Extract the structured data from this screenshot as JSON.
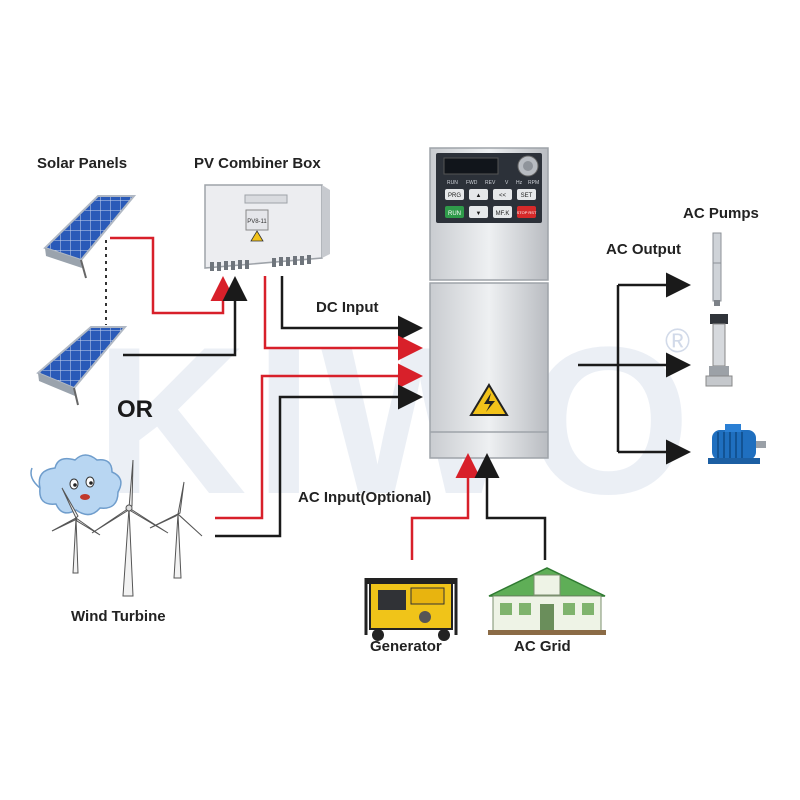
{
  "labels": {
    "solar_panels": "Solar Panels",
    "pv_combiner_box": "PV Combiner Box",
    "or": "OR",
    "wind_turbine": "Wind Turbine",
    "dc_input": "DC Input",
    "ac_input": "AC Input(Optional)",
    "generator": "Generator",
    "ac_grid": "AC Grid",
    "ac_output": "AC Output",
    "ac_pumps": "AC Pumps"
  },
  "watermark": {
    "text": "KIWO",
    "registered": "®"
  },
  "inverter": {
    "keypad_row1": [
      "RUN",
      "FWD",
      "REV",
      "V",
      "Hz",
      "RPM"
    ],
    "keys": [
      "PRG",
      "▲",
      "<<",
      "SET",
      "RUN",
      "▼",
      "MF.K",
      "STOP RST"
    ]
  },
  "combiner_plate": "PV8-11",
  "colors": {
    "red_wire": "#d8202a",
    "black_wire": "#1a1a1a",
    "watermark": "#d3dceb"
  }
}
